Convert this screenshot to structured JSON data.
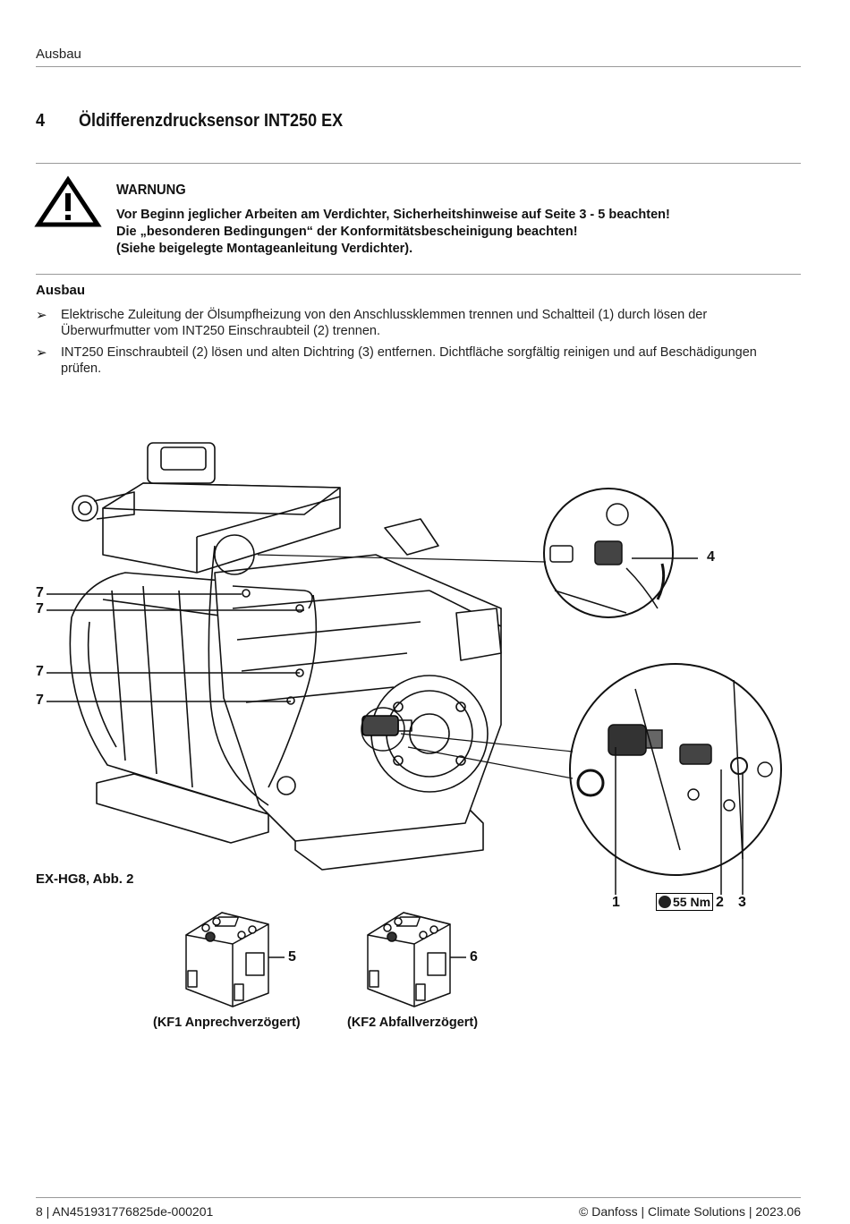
{
  "header": {
    "section": "Ausbau"
  },
  "section": {
    "number": "4",
    "title": "Öldifferenzdrucksensor INT250 EX"
  },
  "warning": {
    "title": "WARNUNG",
    "lines": [
      "Vor Beginn jeglicher Arbeiten am Verdichter, Sicherheitshinweise auf Seite 3 - 5 beachten!",
      "Die „besonderen Bedingungen“ der Konformitätsbescheinigung beachten!",
      "(Siehe beigelegte Montageanleitung Verdichter)."
    ]
  },
  "removal": {
    "heading": "Ausbau",
    "bullet_symbol": "➢",
    "steps": [
      {
        "line1": "Elektrische Zuleitung der Ölsumpfheizung von den Anschlussklemmen trennen und Schaltteil (1) durch lösen der",
        "line2": "Überwurfmutter vom INT250 Einschraubteil (2) trennen."
      },
      {
        "line1": "INT250 Einschraubteil (2) lösen und alten Dichtring (3) entfernen. Dichtfläche sorgfältig reinigen und auf Beschädigungen",
        "line2": "prüfen."
      }
    ]
  },
  "figure": {
    "caption": "EX-HG8, Abb. 2",
    "callouts": {
      "c7a": "7",
      "c7b": "7",
      "c7c": "7",
      "c7d": "7",
      "c4": "4",
      "c1": "1",
      "c2": "2",
      "c3": "3",
      "c5": "5",
      "c6": "6"
    },
    "torque": "55 Nm",
    "relays": [
      {
        "caption": "(KF1 Anprechverzögert)"
      },
      {
        "caption": "(KF2 Abfallverzögert)"
      }
    ]
  },
  "footer": {
    "left": "8 | AN451931776825de-000201",
    "right": "© Danfoss | Climate Solutions | 2023.06"
  }
}
